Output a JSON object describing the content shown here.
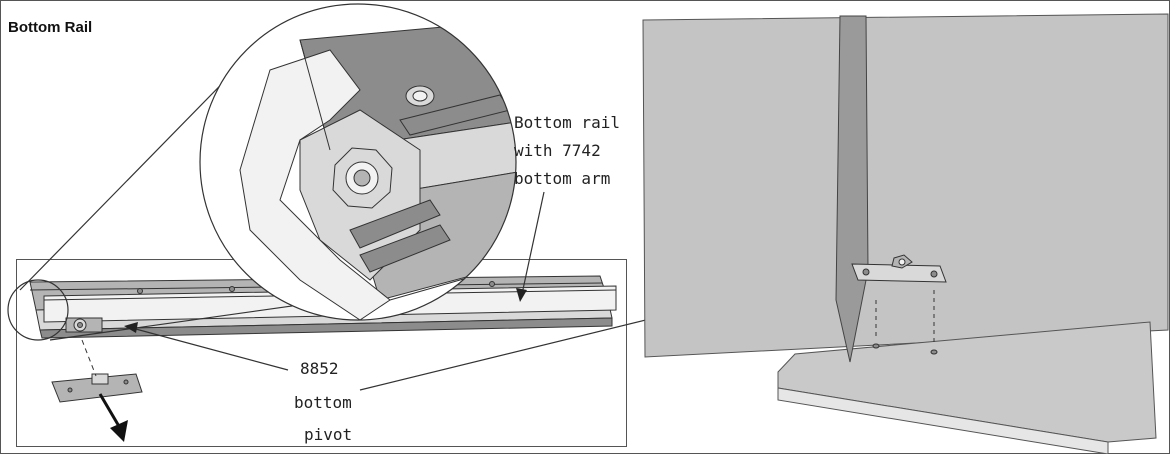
{
  "figure": {
    "title": "Bottom Rail",
    "labels": {
      "rail_arm_line1": "Bottom rail",
      "rail_arm_line2": "with 7742",
      "rail_arm_line3": "bottom arm",
      "pivot_line1": "8852",
      "pivot_line2": "bottom",
      "pivot_line3": "pivot"
    }
  }
}
